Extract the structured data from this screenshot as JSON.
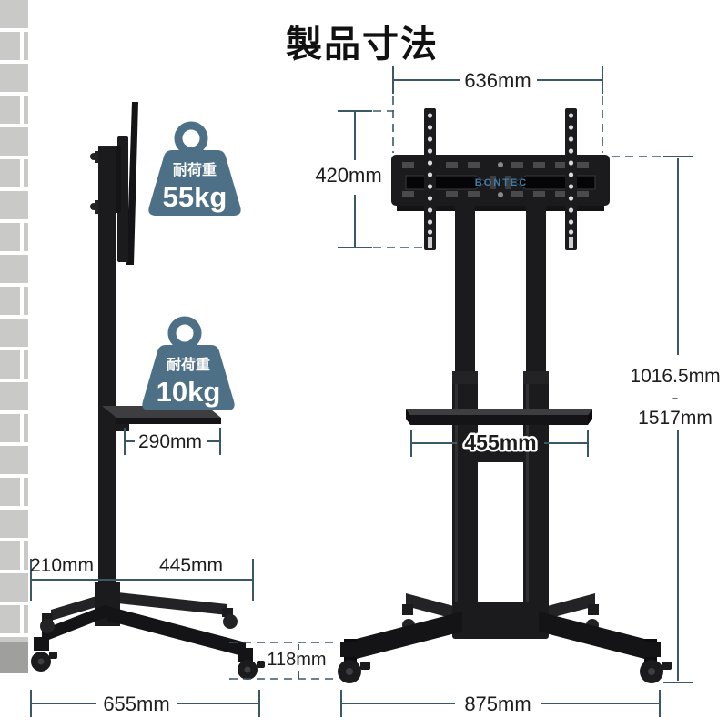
{
  "title": "製品寸法",
  "brand": "BONTEC",
  "weight_badges": [
    {
      "label": "耐荷重",
      "value": "55kg"
    },
    {
      "label": "耐荷重",
      "value": "10kg"
    }
  ],
  "dimensions": {
    "bracket_width": "636mm",
    "bracket_height": "420mm",
    "shelf_depth": "290mm",
    "base_rear_offset": "210mm",
    "base_front_offset": "445mm",
    "base_depth": "655mm",
    "caster_height": "118mm",
    "shelf_width": "455mm",
    "base_width": "875mm",
    "height_min": "1016.5mm",
    "height_separator": "-",
    "height_max": "1517mm"
  },
  "colors": {
    "dimension_line": "#3a5866",
    "label_text": "#1d1d1d",
    "weight_icon": "#4d7086",
    "brand_blue": "#3f7ca6",
    "stand_black": "#1b1b1d",
    "brick": "#c9c9c7",
    "brick_base": "#9f9f9d"
  }
}
